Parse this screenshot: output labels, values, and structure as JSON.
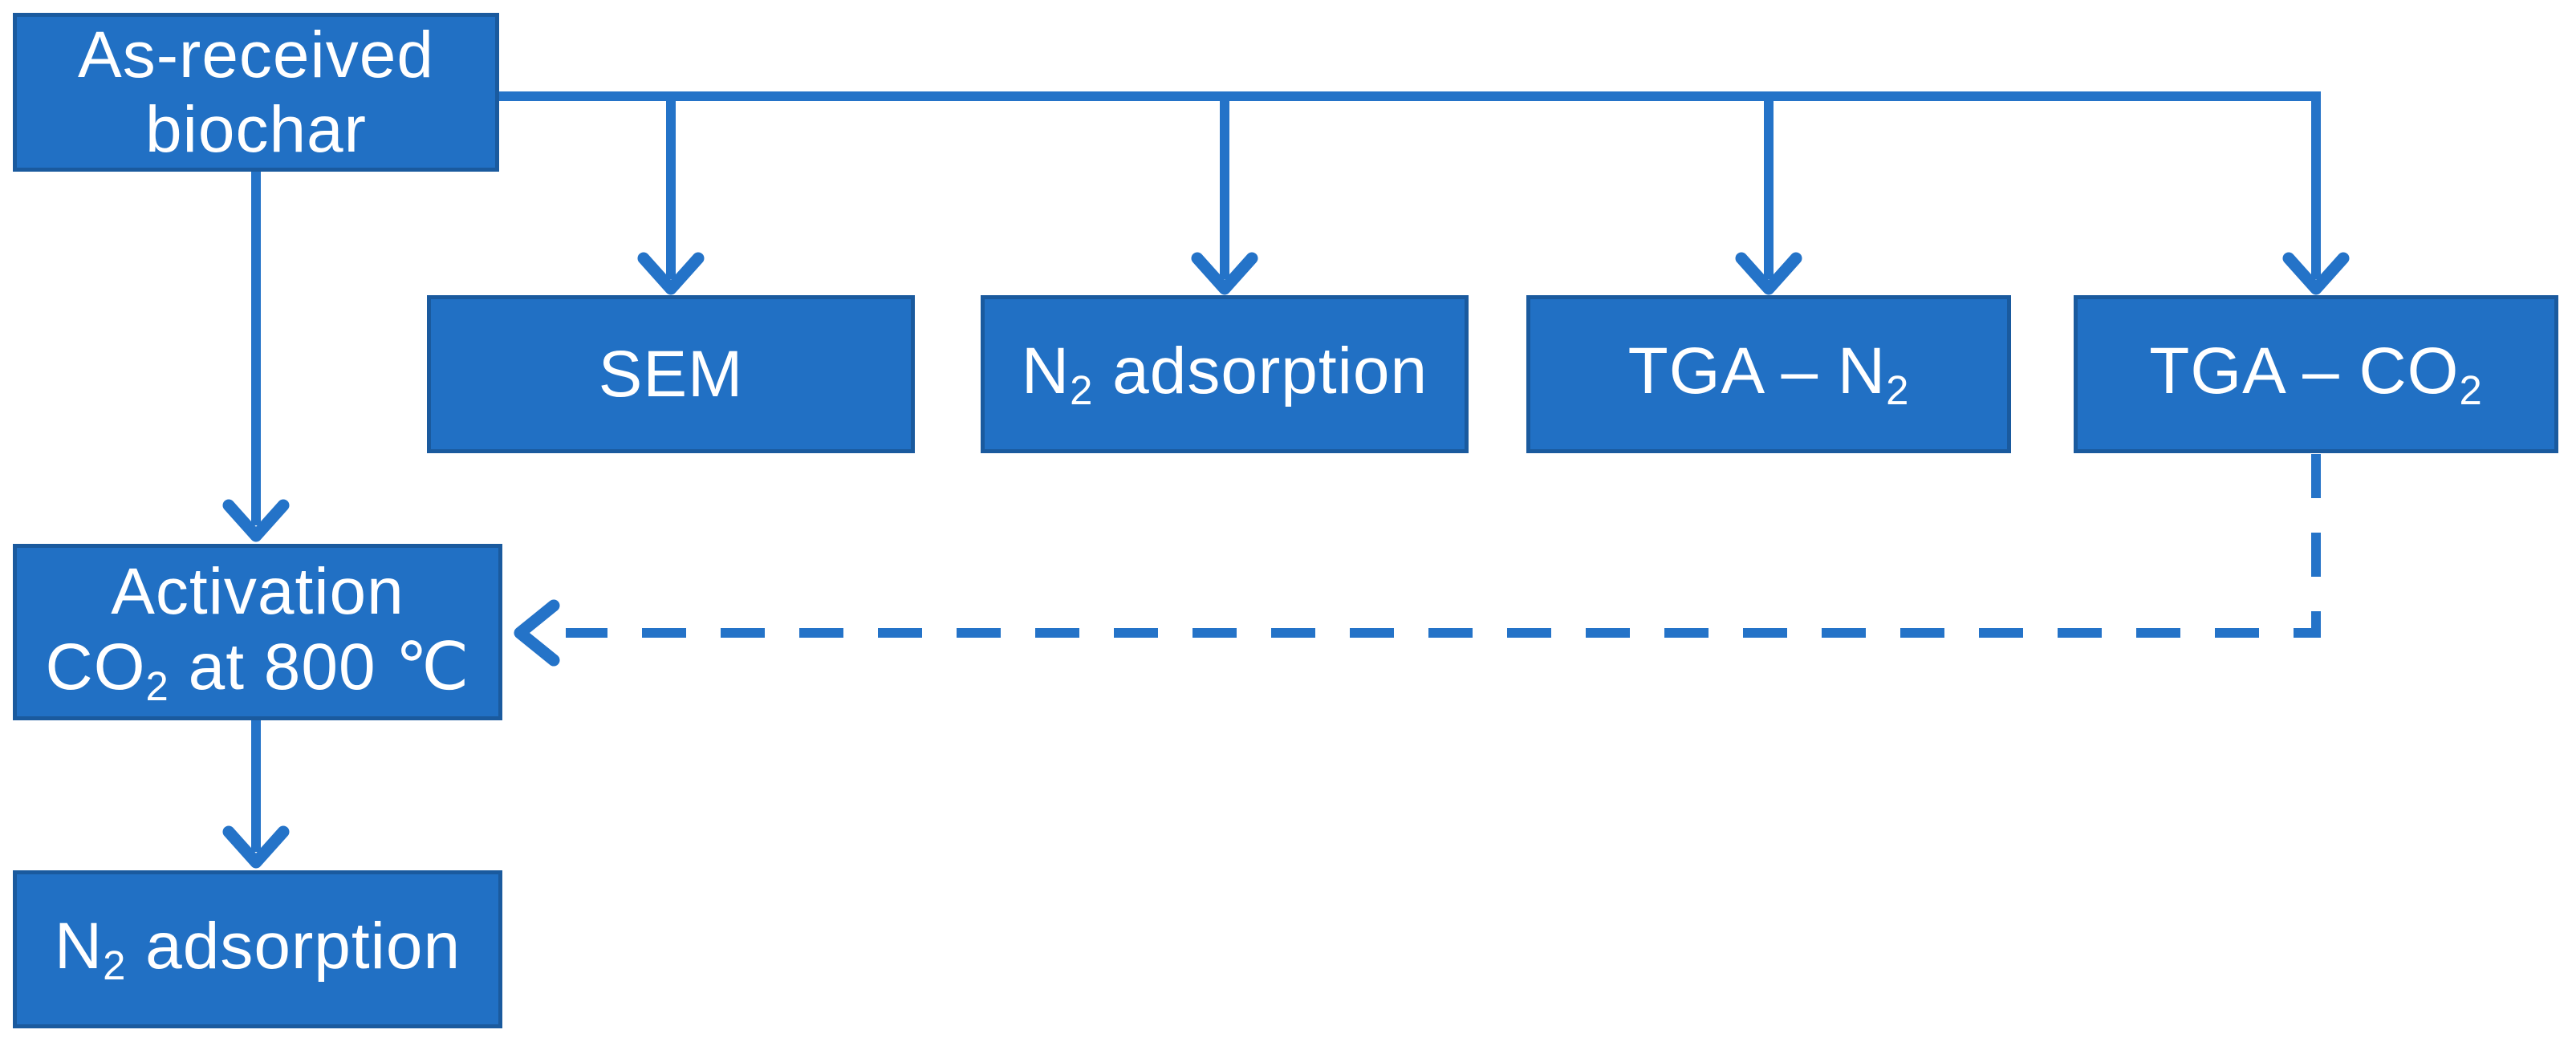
{
  "colors": {
    "background": "#FFFFFF",
    "node_fill": "#2170C4",
    "node_border": "#1A5A9E",
    "node_text": "#FFFFFF",
    "connector": "#2473C8"
  },
  "labels": {
    "as_received_line1": "As-received",
    "as_received_line2": "biochar",
    "sem": "SEM",
    "n2_top_pre": "N",
    "n2_top_sub": "2",
    "n2_top_post": " adsorption",
    "tga_n2_pre": "TGA – N",
    "tga_n2_sub": "2",
    "tga_co2_pre": "TGA – CO",
    "tga_co2_sub": "2",
    "activation_line1": "Activation",
    "activation_l2_pre": "CO",
    "activation_l2_sub": "2",
    "activation_l2_post": " at 800 ℃",
    "n2_bottom_pre": "N",
    "n2_bottom_sub": "2",
    "n2_bottom_post": " adsorption"
  },
  "nodes": [
    {
      "id": "as_received",
      "label": "As-received biochar"
    },
    {
      "id": "sem",
      "label": "SEM"
    },
    {
      "id": "n2_adsorption_top",
      "label": "N2 adsorption"
    },
    {
      "id": "tga_n2",
      "label": "TGA – N2"
    },
    {
      "id": "tga_co2",
      "label": "TGA – CO2"
    },
    {
      "id": "activation",
      "label": "Activation CO2 at 800 ℃"
    },
    {
      "id": "n2_adsorption_bottom",
      "label": "N2 adsorption"
    }
  ],
  "edges": [
    {
      "from": "as_received",
      "to": "sem",
      "style": "solid",
      "arrow": "down"
    },
    {
      "from": "as_received",
      "to": "n2_adsorption_top",
      "style": "solid",
      "arrow": "down"
    },
    {
      "from": "as_received",
      "to": "tga_n2",
      "style": "solid",
      "arrow": "down"
    },
    {
      "from": "as_received",
      "to": "tga_co2",
      "style": "solid",
      "arrow": "down"
    },
    {
      "from": "as_received",
      "to": "activation",
      "style": "solid",
      "arrow": "down"
    },
    {
      "from": "activation",
      "to": "n2_adsorption_bottom",
      "style": "solid",
      "arrow": "down"
    },
    {
      "from": "tga_co2",
      "to": "activation",
      "style": "dashed",
      "arrow": "left"
    }
  ]
}
